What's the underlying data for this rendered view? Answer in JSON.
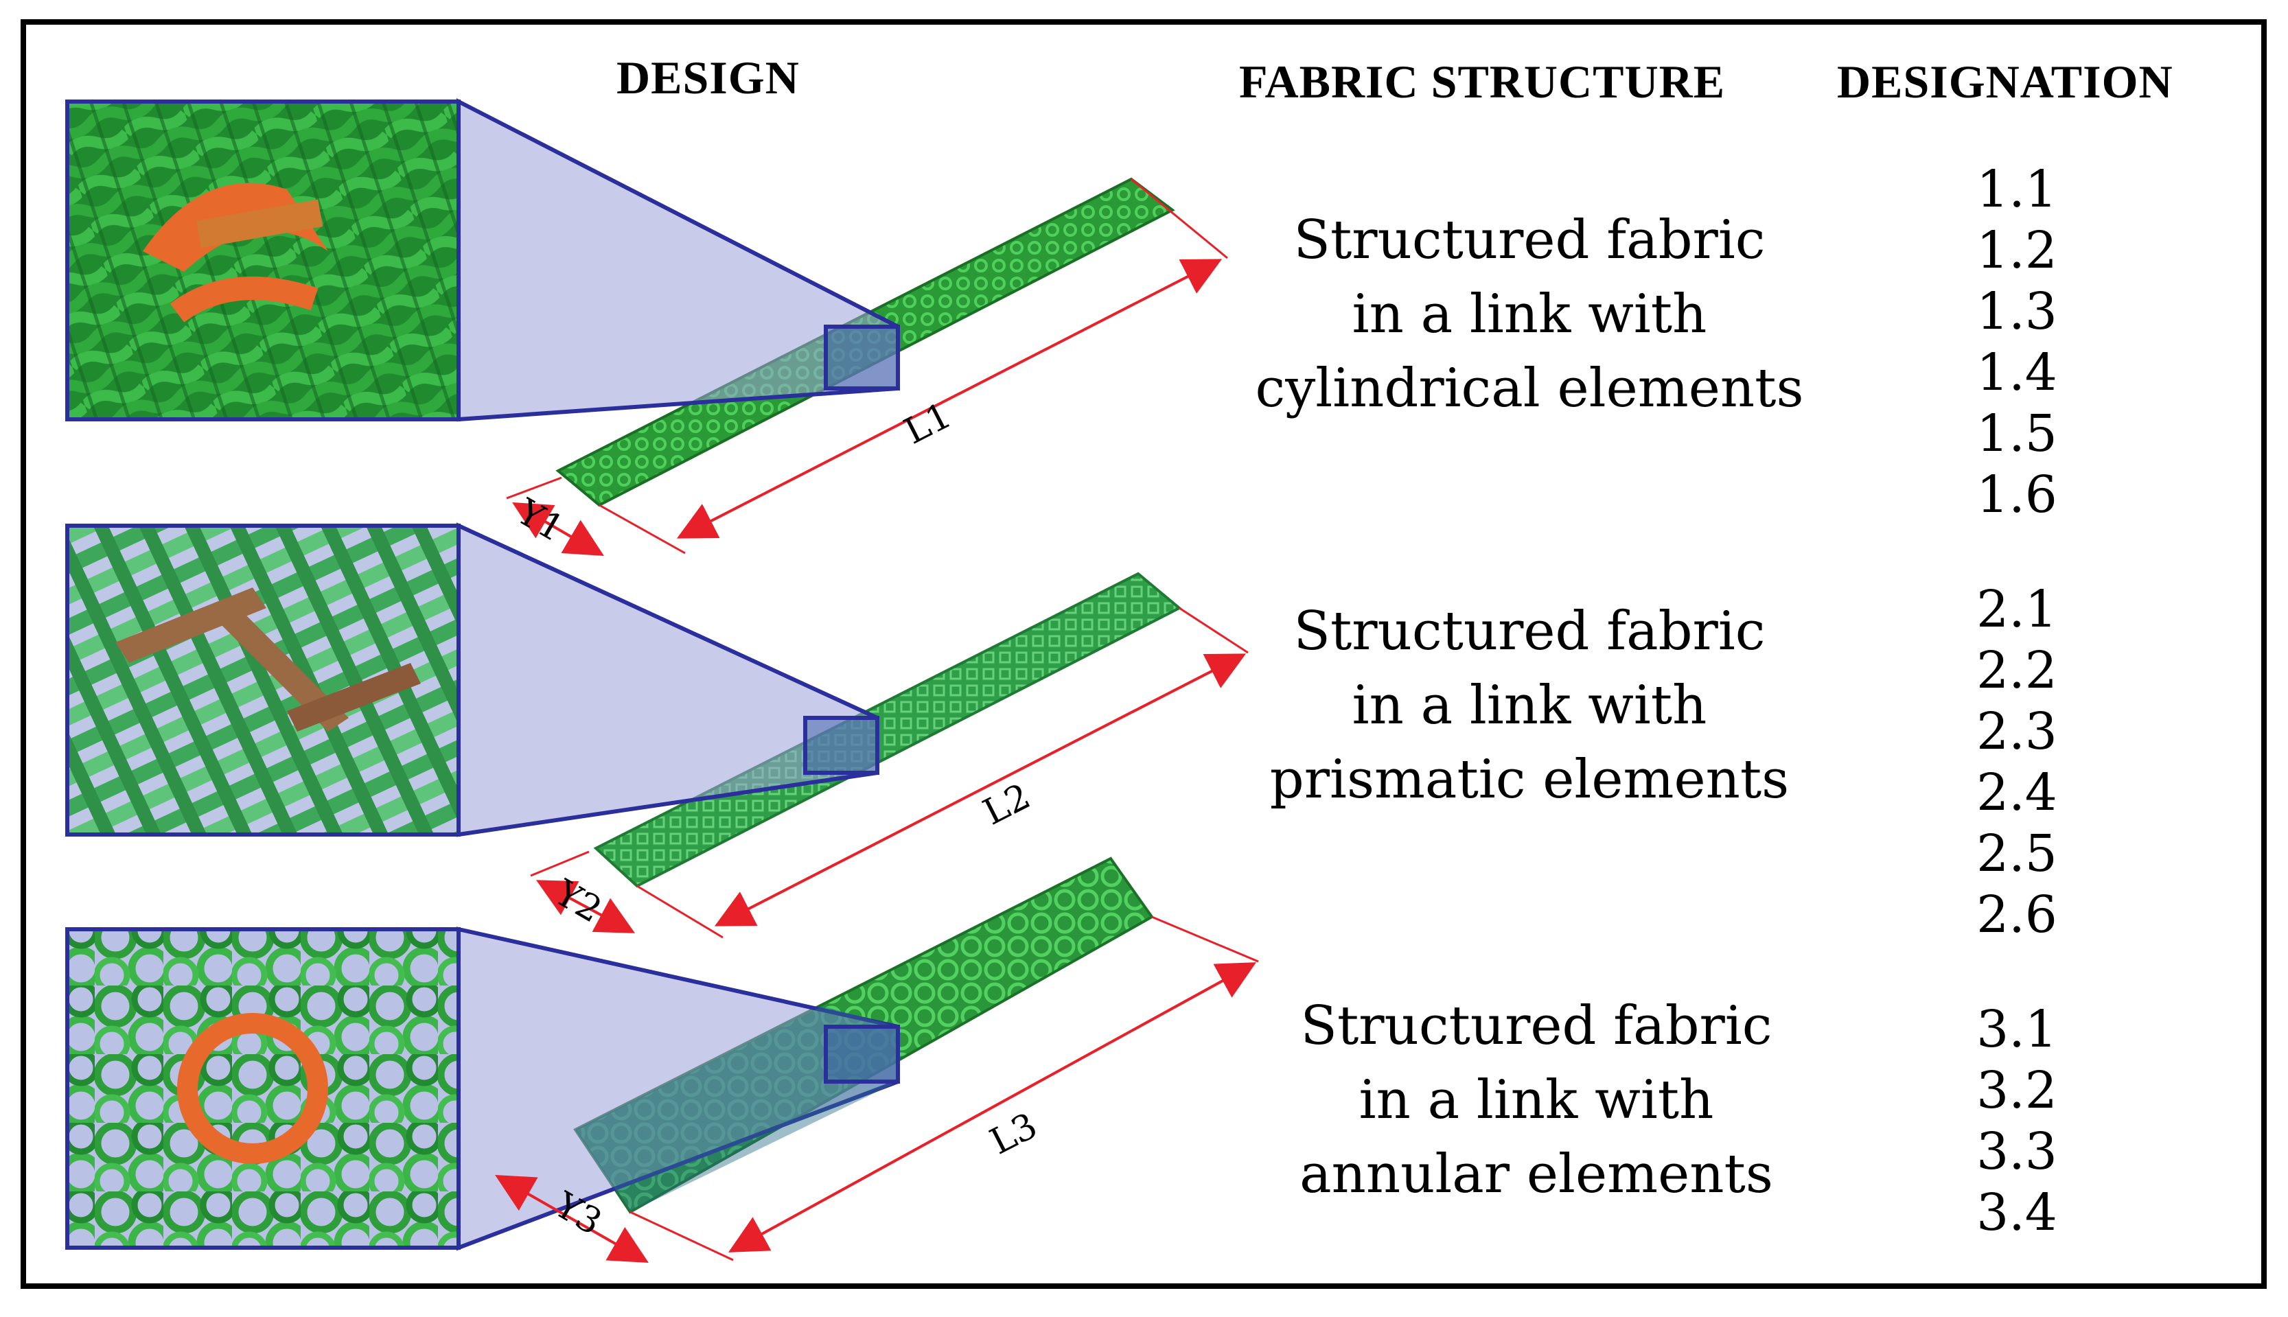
{
  "headers": {
    "design": "DESIGN",
    "structure": "FABRIC STRUCTURE",
    "designation": "DESIGNATION"
  },
  "rows": [
    {
      "element": "cylindrical",
      "structure_lines": [
        "Structured fabric",
        "in a link with",
        "cylindrical elements"
      ],
      "length_label": "L1",
      "width_label": "Y1",
      "designations": [
        "1.1",
        "1.2",
        "1.3",
        "1.4",
        "1.5",
        "1.6"
      ]
    },
    {
      "element": "prismatic",
      "structure_lines": [
        "Structured fabric",
        "in a link with",
        "prismatic elements"
      ],
      "length_label": "L2",
      "width_label": "Y2",
      "designations": [
        "2.1",
        "2.2",
        "2.3",
        "2.4",
        "2.5",
        "2.6"
      ]
    },
    {
      "element": "annular",
      "structure_lines": [
        "Structured fabric",
        "in a link with",
        "annular elements"
      ],
      "length_label": "L3",
      "width_label": "Y3",
      "designations": [
        "3.1",
        "3.2",
        "3.3",
        "3.4"
      ]
    }
  ],
  "colors": {
    "fabric_green": "#2e9e3a",
    "highlight_orange": "#e8692c",
    "dimension_red": "#e8202a",
    "callout_blue": "#2a2f9c",
    "callout_fill": "#9aa0d8"
  }
}
